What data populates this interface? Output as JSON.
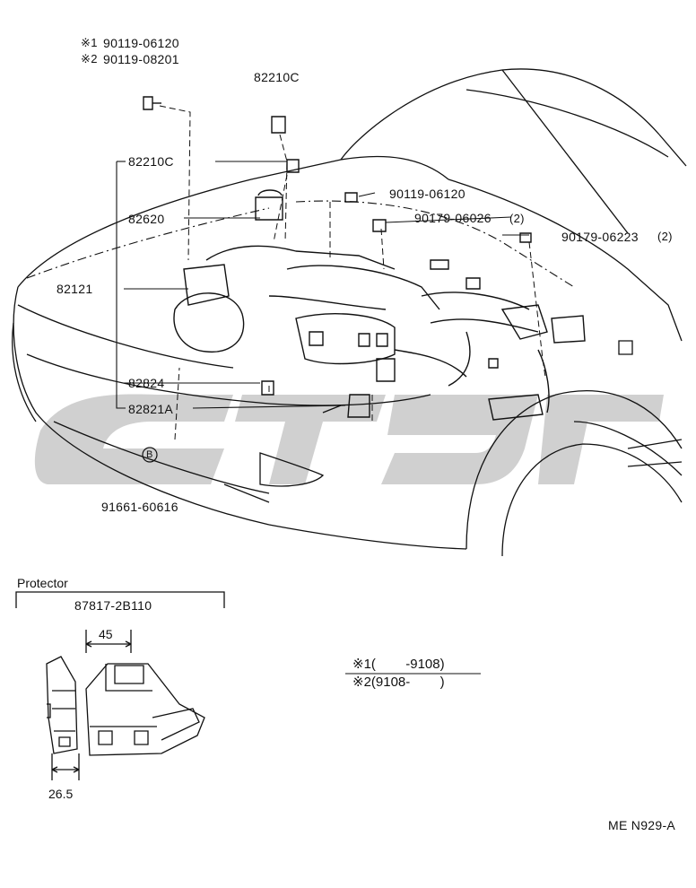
{
  "callouts": {
    "note1_mark": "※1",
    "note1_part": "90119-06120",
    "note2_mark": "※2",
    "note2_part": "90119-08201",
    "p82210c_top": "82210C",
    "p82210c": "82210C",
    "p82620": "82620",
    "p82121": "82121",
    "p82824": "82824",
    "p82821a": "82821A",
    "p91661": "91661-60616",
    "p90119": "90119-06120",
    "p90179a": "90179-06026",
    "p90179a_qty": "(2)",
    "p90179b": "90179-06223",
    "p90179b_qty": "(2)",
    "circle_b": "B"
  },
  "protector": {
    "title": "Protector",
    "part": "87817-2B110",
    "dim_width": "45",
    "dim_depth": "26.5"
  },
  "legend": {
    "row1": "※1(        -9108)",
    "row2": "※2(9108-        )"
  },
  "footer_code": "ME N929-A",
  "colors": {
    "line": "#111111",
    "watermark": "#c8c8c8"
  }
}
